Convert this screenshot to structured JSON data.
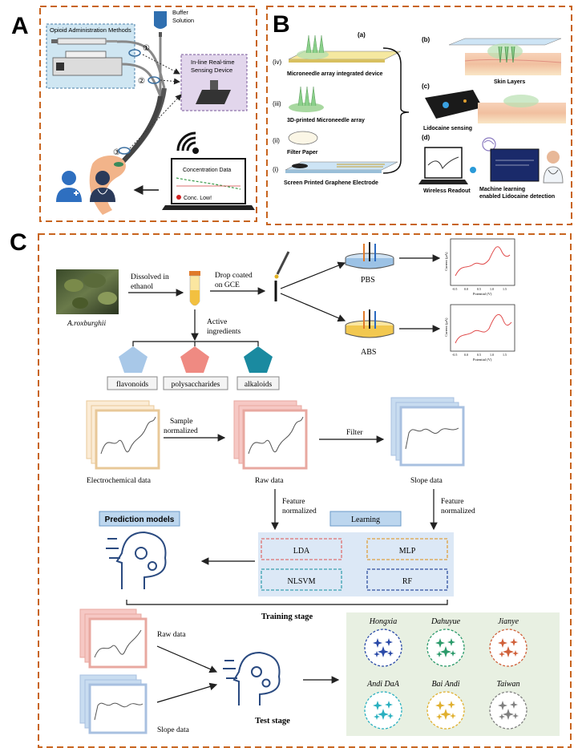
{
  "panel_a": {
    "letter": "A",
    "opioid_box": "Opioid Administration Methods",
    "buffer": [
      "Buffer",
      "Solution"
    ],
    "sensing": [
      "In-line Real-time",
      "Sensing Device"
    ],
    "concentration": "Concentration Data",
    "alert": "Conc. Low!",
    "markers": [
      "①",
      "②",
      "③"
    ]
  },
  "panel_b": {
    "letter": "B",
    "sub": [
      "(a)",
      "(b)",
      "(c)",
      "(d)"
    ],
    "layer_labels": [
      "(iv)",
      "(iii)",
      "(ii)",
      "(i)"
    ],
    "microneedle_device": "Microneedle array integrated device",
    "printed_array": "3D-printed Microneedle array",
    "filter_paper": "Filter Paper",
    "electrode": "Screen Printed Graphene Electrode",
    "skin": "Skin Layers",
    "lidocaine": "Lidocaine sensing",
    "wireless": "Wireless Readout",
    "ml": [
      "Machine learning",
      "enabled Lidocaine detection"
    ]
  },
  "panel_c": {
    "letter": "C",
    "plant": "A.roxburghii",
    "dissolved": [
      "Dissolved in",
      "ethanol"
    ],
    "drop": [
      "Drop coated",
      "on GCE"
    ],
    "pbs": "PBS",
    "abs": "ABS",
    "active": [
      "Active",
      "ingredients"
    ],
    "ingredients": [
      "flavonoids",
      "polysaccharides",
      "alkaloids"
    ],
    "ylabel": "Current (μA)",
    "xlabel": "Potential (V)",
    "ticks": [
      "-0.5",
      "0.0",
      "0.5",
      "1.0",
      "1.5"
    ],
    "sample_norm": [
      "Sample",
      "normalized"
    ],
    "filter": "Filter",
    "electro": "Electrochemical data",
    "raw": "Raw data",
    "slope": "Slope data",
    "feature_norm": [
      "Feature",
      "normalized"
    ],
    "prediction": "Prediction models",
    "learning": "Learning",
    "models": [
      "LDA",
      "MLP",
      "NLSVM",
      "RF"
    ],
    "training": "Training stage",
    "test": "Test stage",
    "classes": [
      "Hongxia",
      "Dahuyue",
      "Jianye",
      "Andi DaA",
      "Bai Andi",
      "Taiwan"
    ]
  },
  "colors": {
    "frame": "#c8641e",
    "model_colors": [
      "#e07070",
      "#e0a040",
      "#3aa0b0",
      "#3050a0"
    ],
    "class_colors": [
      "#2a4aa8",
      "#2a9a6a",
      "#d0603a",
      "#2ab0c0",
      "#e0b030",
      "#808080"
    ]
  }
}
